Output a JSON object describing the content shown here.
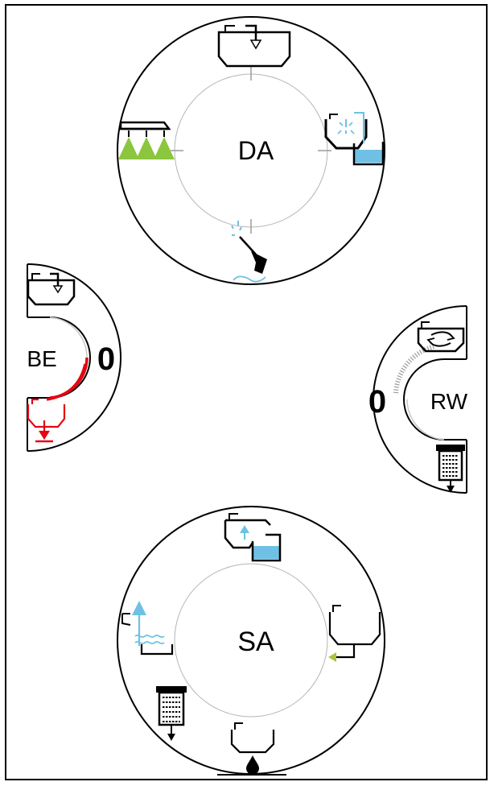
{
  "diagram": {
    "dial_da": {
      "label": "DA",
      "icons": [
        "fill-tank-icon",
        "rinse-tank-icon",
        "spray-lance-icon",
        "boom-spray-icon"
      ]
    },
    "dial_be": {
      "label": "BE",
      "value": "0",
      "icons": [
        "fill-tank-icon",
        "drain-tank-icon"
      ]
    },
    "dial_rw": {
      "label": "RW",
      "value": "0",
      "icons": [
        "circulation-tank-icon",
        "filter-icon"
      ]
    },
    "dial_sa": {
      "label": "SA",
      "icons": [
        "suction-rinse-tank-icon",
        "tank-return-icon",
        "tank-drip-icon",
        "filter-icon",
        "suction-water-icon"
      ]
    },
    "colors": {
      "green": "#8cc63f",
      "blue": "#6ec1e4",
      "red": "#e30613",
      "tick": "#9a9a9a"
    }
  }
}
